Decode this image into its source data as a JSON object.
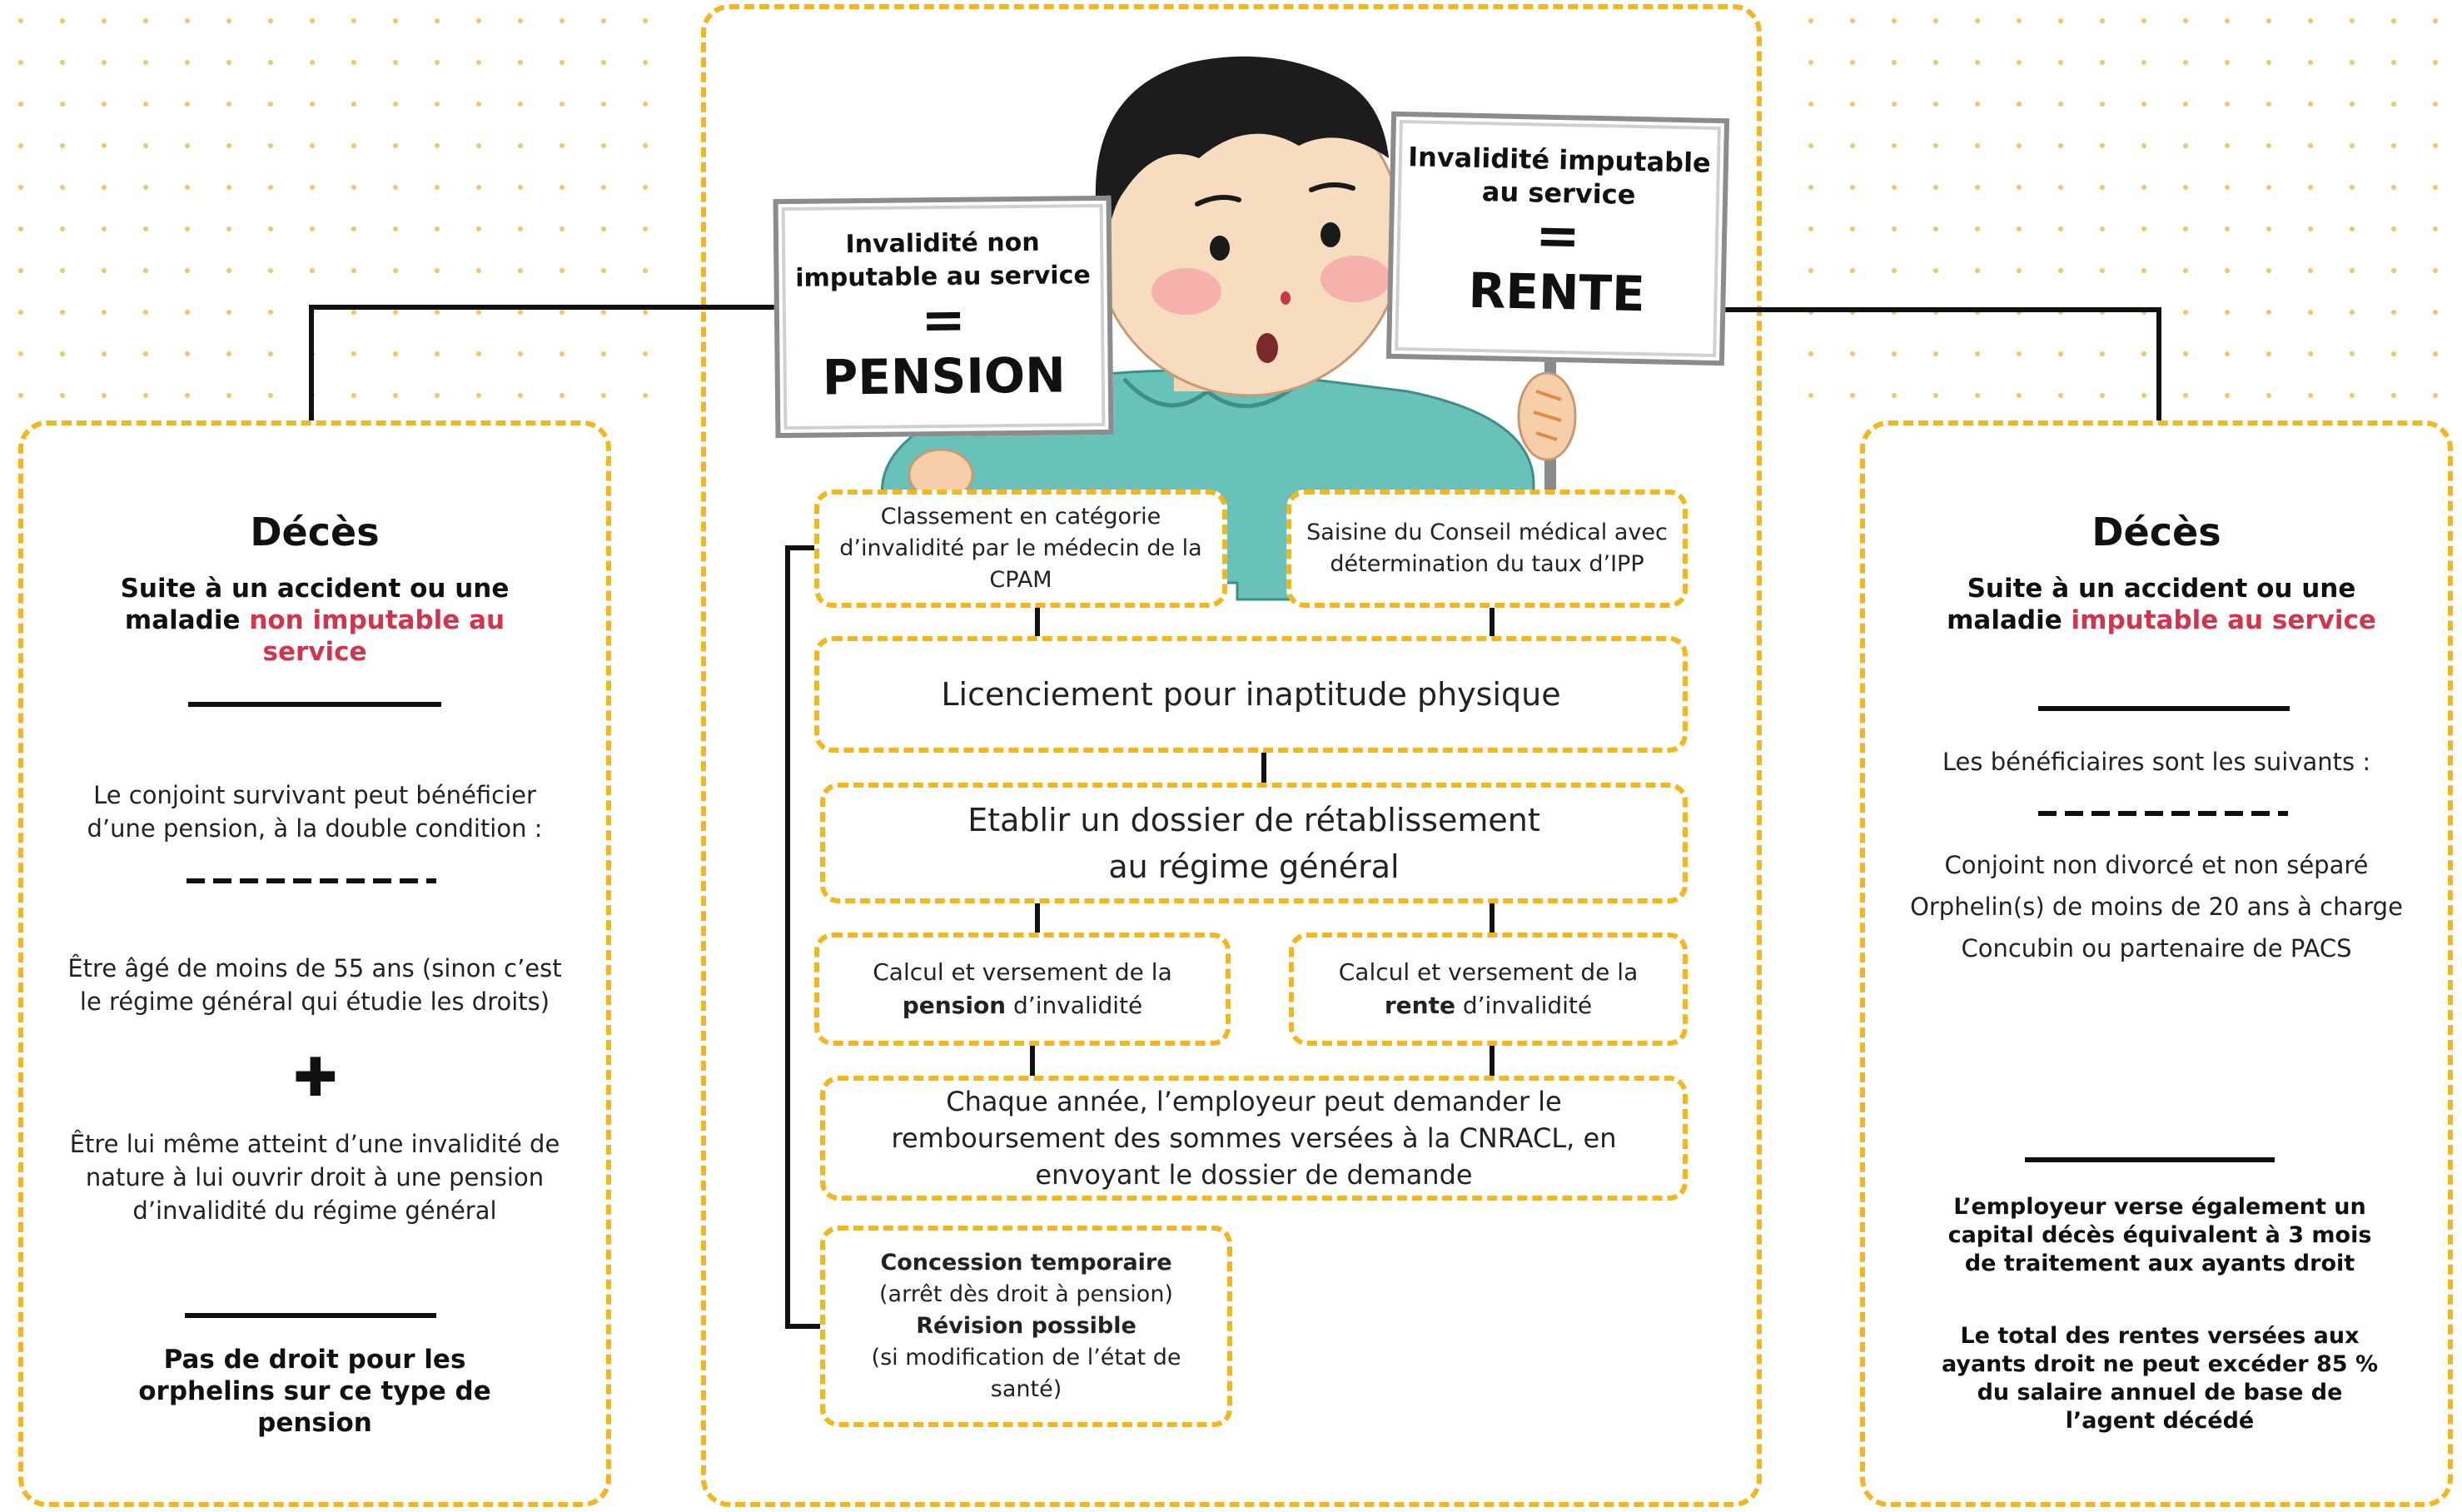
{
  "colors": {
    "accent": "#d3344c",
    "border": "#f3b71c",
    "text": "#111111"
  },
  "center": {
    "sign_left": {
      "line1": "Invalidité non",
      "line2": "imputable au service",
      "eq": "=",
      "word": "PENSION"
    },
    "sign_right": {
      "line1": "Invalidité imputable",
      "line2": "au service",
      "eq": "=",
      "word": "RENTE"
    },
    "box_cpam": "Classement en catégorie d’invalidité par le médecin de la CPAM",
    "box_conseil": "Saisine du Conseil médical avec détermination du taux d’IPP",
    "box_licenciement": "Licenciement pour inaptitude physique",
    "box_dossier": "Etablir un dossier de rétablissement au régime général",
    "box_pension": {
      "pre": "Calcul et versement de la",
      "strong": "pension",
      "post": " d’invalidité"
    },
    "box_rente": {
      "pre": "Calcul et versement de la",
      "strong": "rente",
      "post": " d’invalidité"
    },
    "box_cnracl": "Chaque année, l’employeur peut demander le remboursement des sommes versées à la CNRACL, en envoyant le dossier de demande",
    "box_concession": {
      "title1": "Concession temporaire",
      "text1": "(arrêt dès droit à pension)",
      "title2": "Révision possible",
      "text2": "(si modification de l’état de santé)"
    }
  },
  "left": {
    "title": "Décès",
    "subtitle_pre": "Suite à un accident ou une maladie ",
    "subtitle_accent": "non imputable au service",
    "intro": "Le conjoint survivant peut bénéficier d’une pension, à la double condition :",
    "condition1": "Être âgé de moins de 55 ans (sinon c’est le régime général qui étudie les droits)",
    "plus": "✚",
    "condition2": "Être lui même atteint d’une invalidité de nature à lui ouvrir droit à une pension d’invalidité du régime général",
    "footer": "Pas de droit pour les orphelins sur ce type de pension"
  },
  "right": {
    "title": "Décès",
    "subtitle_pre": "Suite à un accident ou une maladie ",
    "subtitle_accent": "imputable au service",
    "intro": "Les bénéficiaires sont les suivants :",
    "beneficiaries": [
      "Conjoint non divorcé et non séparé",
      "Orphelin(s) de moins de 20 ans à charge",
      "Concubin ou partenaire de PACS"
    ],
    "note1": "L’employeur verse également un capital décès équivalent à 3 mois de traitement aux ayants droit",
    "note2": "Le total des rentes versées aux ayants droit ne peut excéder 85 % du salaire annuel de base de l’agent décédé"
  }
}
